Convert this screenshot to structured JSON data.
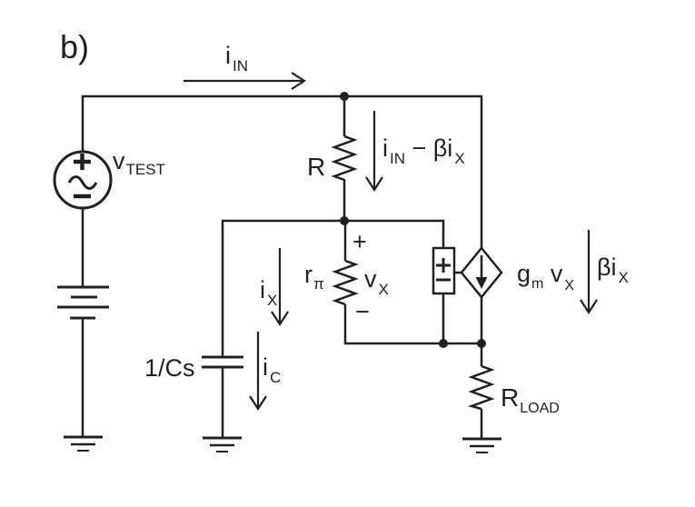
{
  "figure_label": "b)",
  "colors": {
    "ink": "#231f20",
    "background": "#ffffff"
  },
  "diagram_type": "small-signal equivalent circuit schematic",
  "labels": {
    "v_test": {
      "base": "v",
      "sub": "TEST"
    },
    "i_in": {
      "base": "i",
      "sub": "IN"
    },
    "r": "R",
    "i_r": {
      "b1": "i",
      "s1": "IN",
      "b2": " − βi",
      "s2": "X"
    },
    "r_pi": {
      "base": "r",
      "sub": "π"
    },
    "vx": {
      "plus": "+",
      "base": "v",
      "sub": "X",
      "minus": "−"
    },
    "i_x": {
      "base": "i",
      "sub": "X"
    },
    "i_c": {
      "base": "i",
      "sub": "C"
    },
    "capacitor": "1/Cs",
    "gm_vx": {
      "b1": "g",
      "s1": "m",
      "b2": " v",
      "s2": "X"
    },
    "beta_ix": {
      "base": "βi",
      "sub": "X"
    },
    "r_load": {
      "base": "R",
      "sub": "LOAD"
    },
    "source_polarity": {
      "plus": "+",
      "minus": "−"
    },
    "sense_box_polarity": {
      "plus": "+",
      "minus": "−"
    }
  }
}
